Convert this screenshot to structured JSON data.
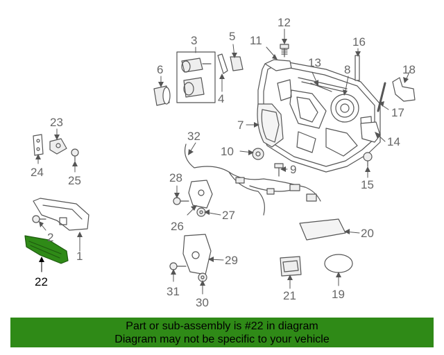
{
  "diagram": {
    "labels": {
      "p1": "1",
      "p2": "2",
      "p3": "3",
      "p4": "4",
      "p5": "5",
      "p6": "6",
      "p7": "7",
      "p8": "8",
      "p9": "9",
      "p10": "10",
      "p11": "11",
      "p12": "12",
      "p13": "13",
      "p14": "14",
      "p15": "15",
      "p16": "16",
      "p17": "17",
      "p18": "18",
      "p19": "19",
      "p20": "20",
      "p21": "21",
      "p22": "22",
      "p23": "23",
      "p24": "24",
      "p25": "25",
      "p26": "26",
      "p27": "27",
      "p28": "28",
      "p29": "29",
      "p30": "30",
      "p31": "31",
      "p32": "32"
    },
    "highlighted_part": "22",
    "colors": {
      "line": "#555555",
      "label": "#666666",
      "highlight_part": "#2f8a17",
      "highlight_label": "#000000"
    }
  },
  "footer": {
    "line1": "Part or sub-assembly is #22 in diagram",
    "line2": "Diagram may not be specific to your vehicle",
    "background": "#2f8a17"
  }
}
